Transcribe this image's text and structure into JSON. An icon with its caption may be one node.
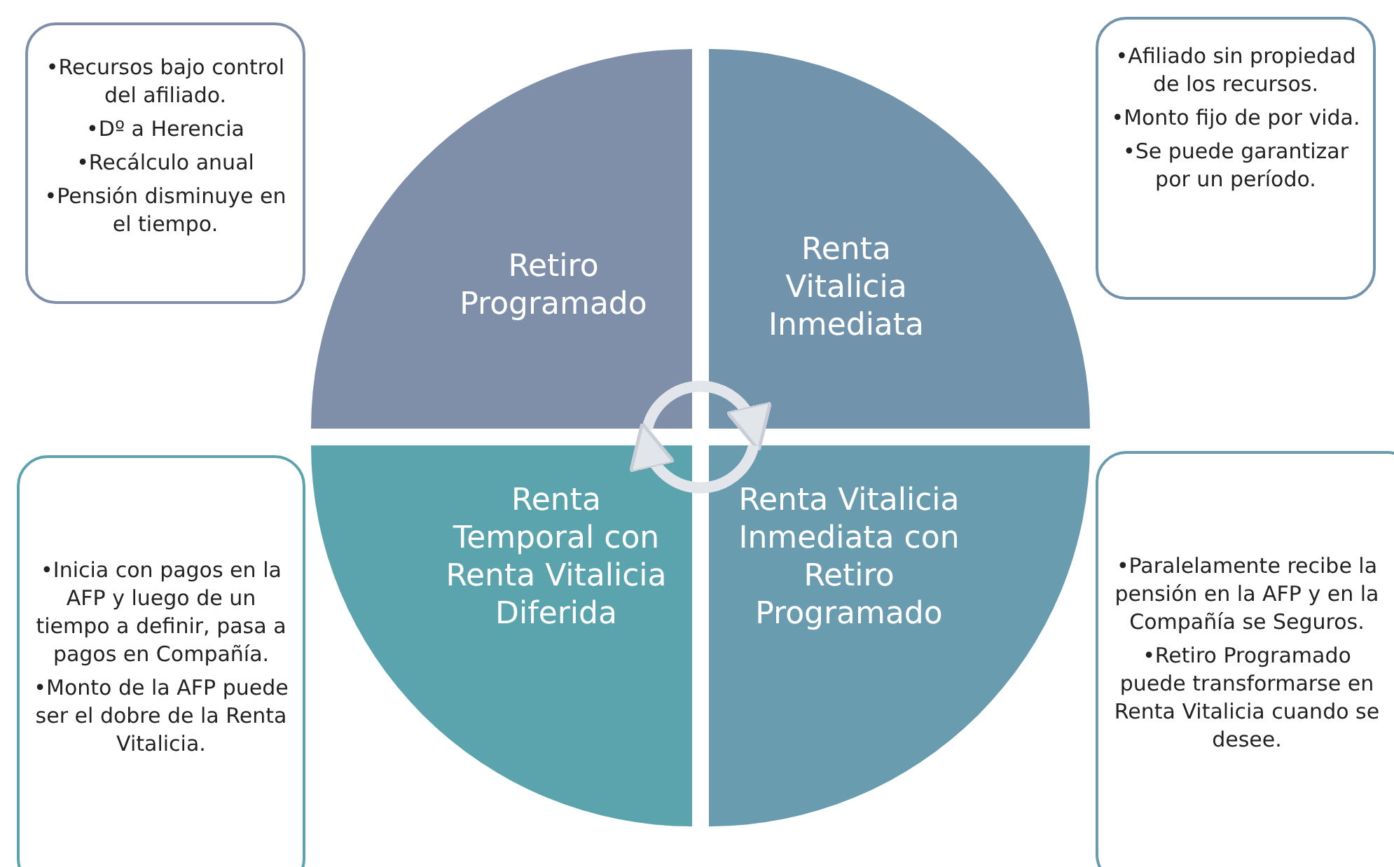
{
  "diagram": {
    "nodes": [
      {
        "text": [
          "Retiro Programado"
        ]
      },
      {
        "text": [
          "Renta Vitalicia Inmediata"
        ]
      },
      {
        "text": [
          "Renta Temporal con Renta Vitalicia Diferida"
        ]
      },
      {
        "text": [
          "Renta Vitalicia Inmediata con Retiro Programado"
        ]
      },
      {
        "text": [
          "•Recursos bajo control del afiliado.",
          "•Dº a Herencia",
          "•Recálculo anual",
          "•Pensión disminuye en el tiempo."
        ]
      },
      {
        "text": [
          "•Afiliado sin propiedad de los recursos.",
          "•Monto fijo de por vida.",
          "•Se puede garantizar por un período."
        ]
      },
      {
        "text": [
          "•Inicia con pagos en la AFP y luego de un tiempo a definir, pasa a pagos en Compañía.",
          "•Monto de la AFP puede ser el dobre de la Renta Vitalicia."
        ]
      },
      {
        "text": [
          "•Paralelamente recibe la pensión en la AFP y en la Compañía se Seguros.",
          "•Retiro Programado puede transformarse en Renta Vitalicia cuando se desee."
        ]
      }
    ],
    "edges": [
      {
        "from": 0,
        "to": 1,
        "arrow": "to"
      },
      {
        "from": 3,
        "to": 2,
        "arrow": "to"
      }
    ]
  }
}
